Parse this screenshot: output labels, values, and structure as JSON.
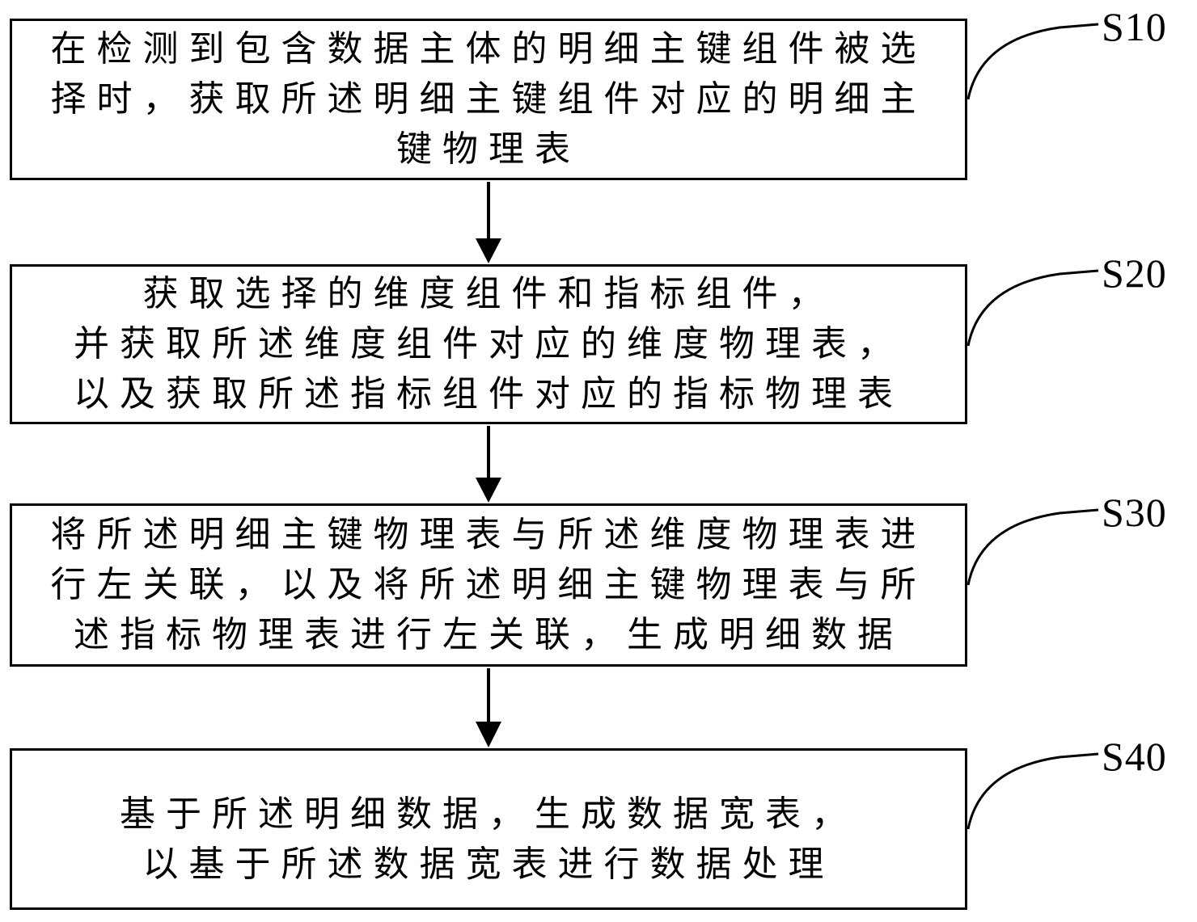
{
  "diagram": {
    "background_color": "#ffffff",
    "line_color": "#000000",
    "steps": [
      {
        "label": "S10",
        "lines": [
          "在检测到包含数据主体的明细主键组件被选",
          "择时，获取所述明细主键组件对应的明细主",
          "键物理表"
        ]
      },
      {
        "label": "S20",
        "lines": [
          "获取选择的维度组件和指标组件，",
          "并获取所述维度组件对应的维度物理表，",
          "以及获取所述指标组件对应的指标物理表"
        ]
      },
      {
        "label": "S30",
        "lines": [
          "将所述明细主键物理表与所述维度物理表进",
          "行左关联，以及将所述明细主键物理表与所",
          "述指标物理表进行左关联，生成明细数据"
        ]
      },
      {
        "label": "S40",
        "lines": [
          "基于所述明细数据，生成数据宽表，",
          "以基于所述数据宽表进行数据处理"
        ]
      }
    ]
  }
}
